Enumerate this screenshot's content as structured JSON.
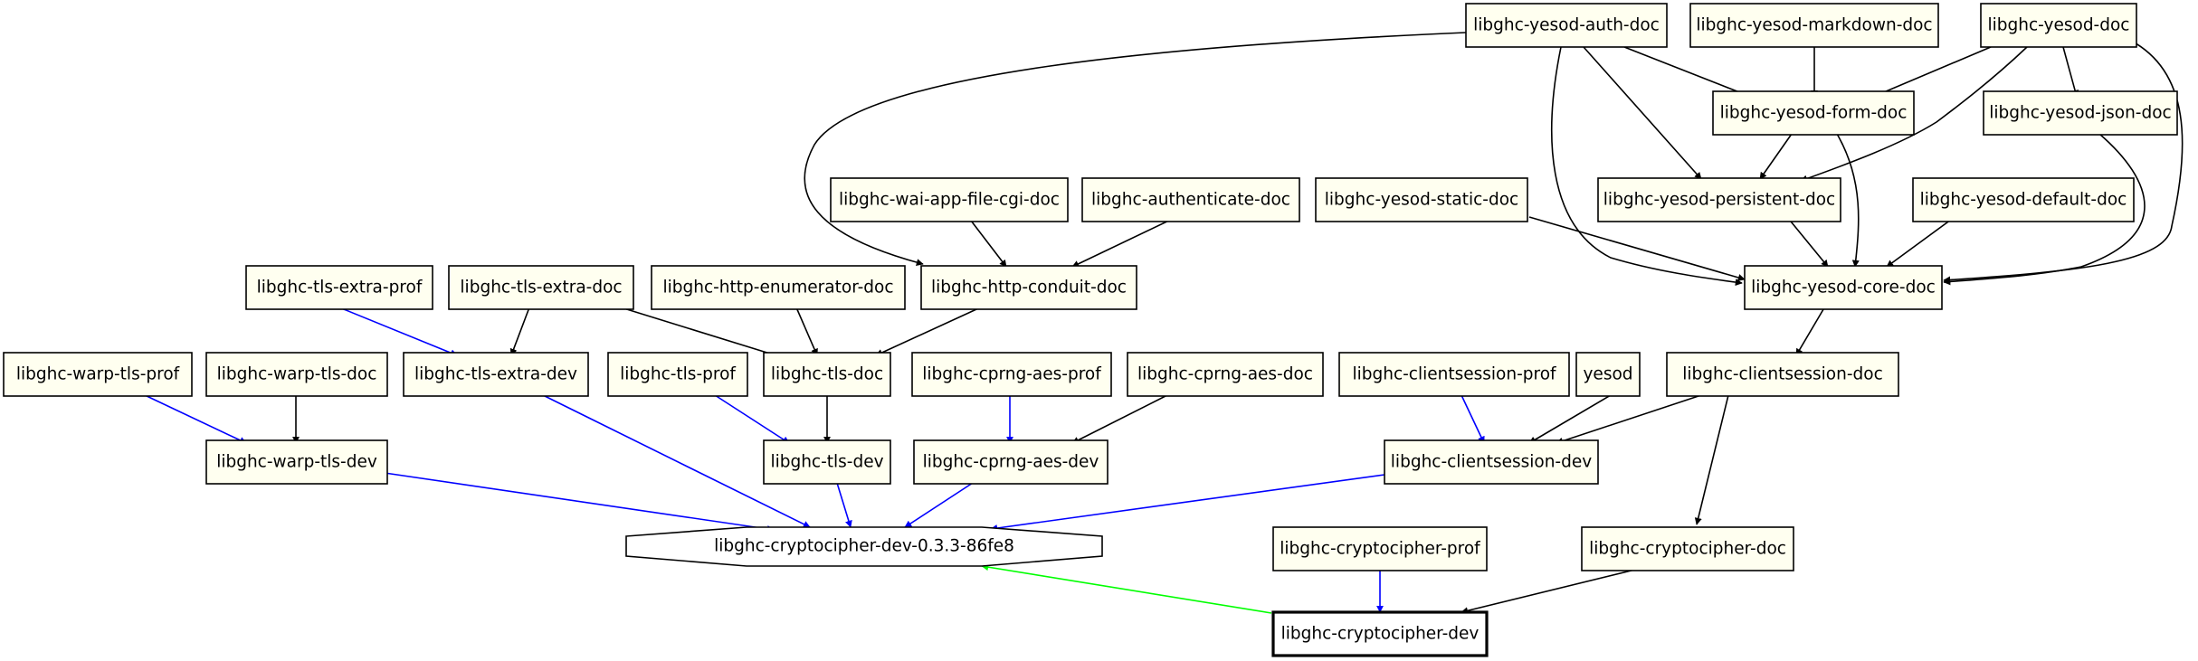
{
  "colors": {
    "background": "#ffffff",
    "node_fill": "#fffff0",
    "depends": "#000000",
    "recommends": "#0000ff",
    "provides": "#00ff00"
  },
  "nodes": {
    "yesod_auth_doc": "libghc-yesod-auth-doc",
    "yesod_markdown_doc": "libghc-yesod-markdown-doc",
    "yesod_doc": "libghc-yesod-doc",
    "yesod_form_doc": "libghc-yesod-form-doc",
    "yesod_json_doc": "libghc-yesod-json-doc",
    "wai_app_file_cgi_doc": "libghc-wai-app-file-cgi-doc",
    "authenticate_doc": "libghc-authenticate-doc",
    "yesod_static_doc": "libghc-yesod-static-doc",
    "yesod_persistent_doc": "libghc-yesod-persistent-doc",
    "yesod_default_doc": "libghc-yesod-default-doc",
    "tls_extra_prof": "libghc-tls-extra-prof",
    "tls_extra_doc": "libghc-tls-extra-doc",
    "http_enumerator_doc": "libghc-http-enumerator-doc",
    "http_conduit_doc": "libghc-http-conduit-doc",
    "yesod_core_doc": "libghc-yesod-core-doc",
    "warp_tls_prof": "libghc-warp-tls-prof",
    "warp_tls_doc": "libghc-warp-tls-doc",
    "tls_extra_dev": "libghc-tls-extra-dev",
    "tls_prof": "libghc-tls-prof",
    "tls_doc": "libghc-tls-doc",
    "cprng_aes_prof": "libghc-cprng-aes-prof",
    "cprng_aes_doc": "libghc-cprng-aes-doc",
    "clientsession_prof": "libghc-clientsession-prof",
    "yesod": "yesod",
    "clientsession_doc": "libghc-clientsession-doc",
    "warp_tls_dev": "libghc-warp-tls-dev",
    "tls_dev": "libghc-tls-dev",
    "cprng_aes_dev": "libghc-cprng-aes-dev",
    "clientsession_dev": "libghc-clientsession-dev",
    "cryptocipher_versioned": "libghc-cryptocipher-dev-0.3.3-86fe8",
    "cryptocipher_prof": "libghc-cryptocipher-prof",
    "cryptocipher_doc": "libghc-cryptocipher-doc",
    "cryptocipher_dev": "libghc-cryptocipher-dev"
  }
}
